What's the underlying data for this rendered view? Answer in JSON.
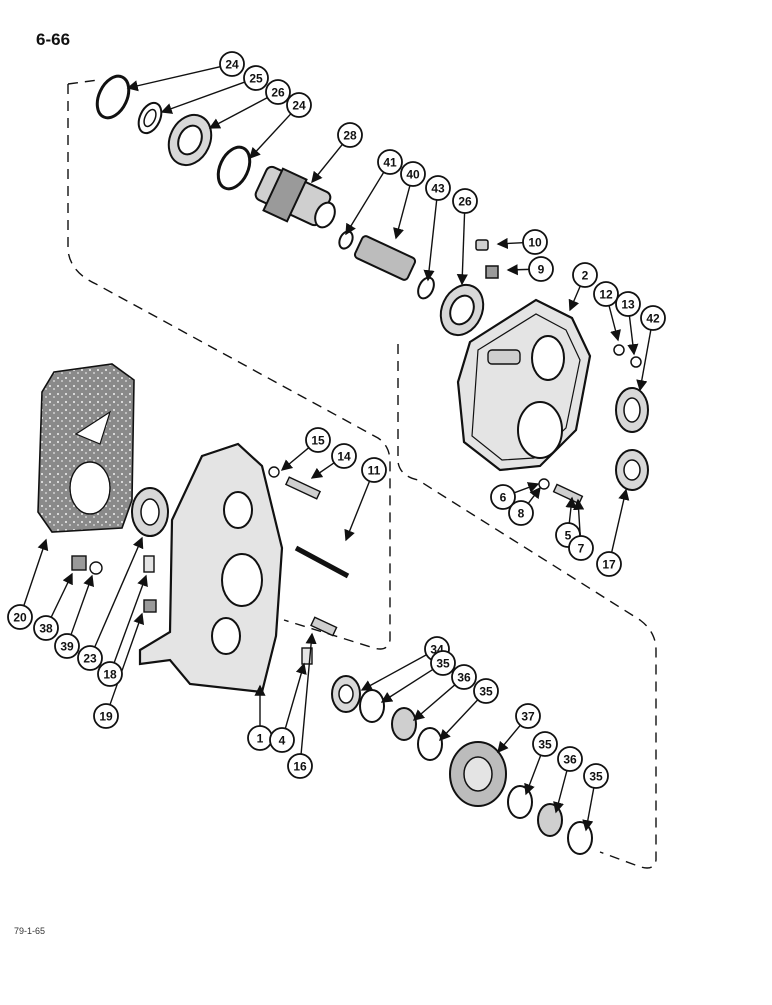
{
  "page": {
    "number": "6-66",
    "figure_code": "79-1-65"
  },
  "callouts": [
    {
      "n": "24"
    },
    {
      "n": "25"
    },
    {
      "n": "26"
    },
    {
      "n": "24"
    },
    {
      "n": "28"
    },
    {
      "n": "41"
    },
    {
      "n": "40"
    },
    {
      "n": "43"
    },
    {
      "n": "26"
    },
    {
      "n": "10"
    },
    {
      "n": "9"
    },
    {
      "n": "2"
    },
    {
      "n": "12"
    },
    {
      "n": "13"
    },
    {
      "n": "42"
    },
    {
      "n": "15"
    },
    {
      "n": "14"
    },
    {
      "n": "11"
    },
    {
      "n": "6"
    },
    {
      "n": "8"
    },
    {
      "n": "5"
    },
    {
      "n": "7"
    },
    {
      "n": "17"
    },
    {
      "n": "20"
    },
    {
      "n": "38"
    },
    {
      "n": "39"
    },
    {
      "n": "23"
    },
    {
      "n": "18"
    },
    {
      "n": "19"
    },
    {
      "n": "1"
    },
    {
      "n": "4"
    },
    {
      "n": "16"
    },
    {
      "n": "34"
    },
    {
      "n": "35"
    },
    {
      "n": "36"
    },
    {
      "n": "35"
    },
    {
      "n": "37"
    },
    {
      "n": "35"
    },
    {
      "n": "36"
    },
    {
      "n": "35"
    }
  ]
}
